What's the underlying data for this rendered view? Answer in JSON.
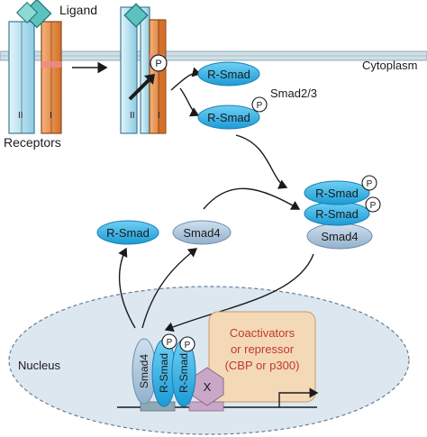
{
  "labels": {
    "ligand": "Ligand",
    "cytoplasm": "Cytoplasm",
    "receptors": "Receptors",
    "receptor_type_ii": "II",
    "receptor_type_i": "I",
    "smad23": "Smad2/3",
    "nucleus": "Nucleus",
    "x_factor": "X"
  },
  "smads": {
    "r_smad": "R-Smad",
    "smad4": "Smad4",
    "phospho": "P"
  },
  "coactivator": {
    "line1": "Coactivators",
    "line2": "or repressor",
    "line3": "(CBP or p300)"
  },
  "colors": {
    "r_smad_fill": "#3cb4e5",
    "smad4_fill": "#a9c3dc",
    "receptor_ii_fill": "#bfe3f0",
    "receptor_i_fill": "#e58a3c",
    "nucleus_fill": "#dde7f0",
    "coactivator_fill": "#f4d9b6",
    "coactivator_text": "#c0392b",
    "x_fill": "#c9a7c9",
    "membrane": "#8fa8b3"
  }
}
